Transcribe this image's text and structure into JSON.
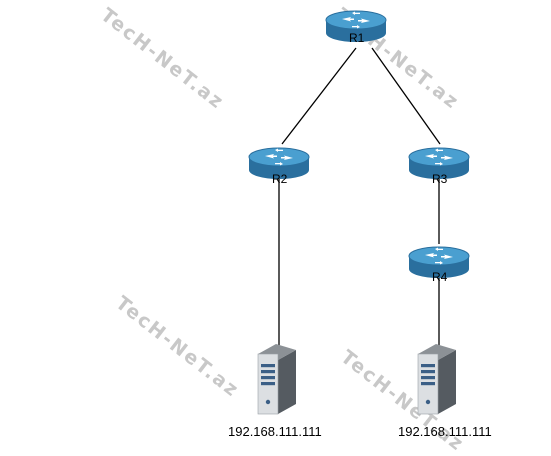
{
  "watermark_text": "TecH-NeT.az",
  "routers": {
    "r1": {
      "label": "R1"
    },
    "r2": {
      "label": "R2"
    },
    "r3": {
      "label": "R3"
    },
    "r4": {
      "label": "R4"
    }
  },
  "servers": {
    "left": {
      "ip": "192.168.111.111"
    },
    "right": {
      "ip": "192.168.111.111"
    }
  },
  "colors": {
    "router_fill": "#2f7fb5",
    "router_top": "#4fa6d6",
    "link": "#000000",
    "watermark": "#c8c8c8"
  }
}
